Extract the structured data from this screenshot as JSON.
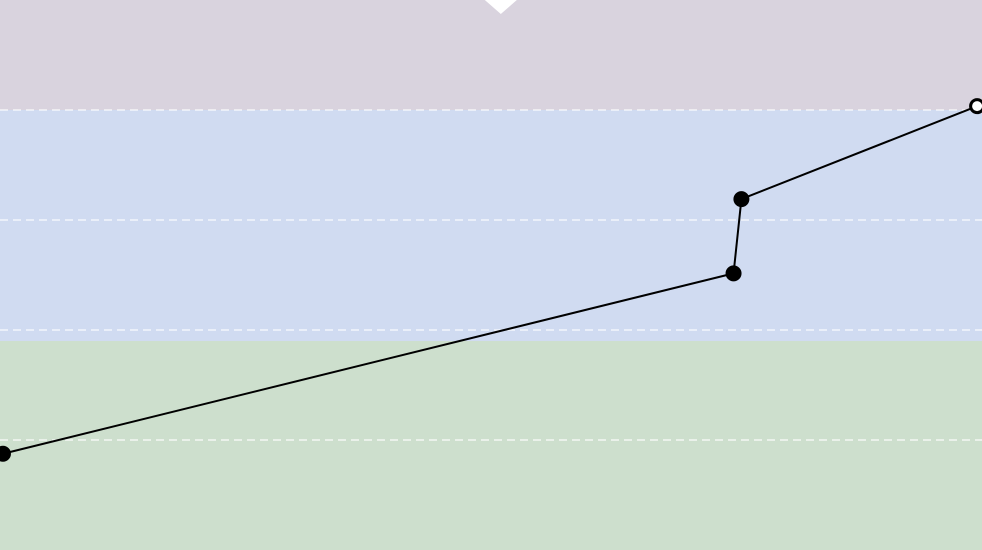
{
  "chart_data": {
    "type": "line",
    "title": "",
    "xlabel": "",
    "ylabel": "",
    "xlim": [
      0,
      100
    ],
    "ylim": [
      0,
      100
    ],
    "grid": true,
    "gridlines_y": [
      20,
      40,
      60,
      80
    ],
    "bands": [
      {
        "from": 0,
        "to": 38,
        "color": "#cddfcd"
      },
      {
        "from": 38,
        "to": 80,
        "color": "#d0dbf1"
      },
      {
        "from": 80,
        "to": 100,
        "color": "#d9d3de"
      }
    ],
    "series": [
      {
        "color": "#000000",
        "points": [
          {
            "x": 0.3,
            "y": 17.5,
            "marker": "filled"
          },
          {
            "x": 74.7,
            "y": 50.3,
            "marker": "filled"
          },
          {
            "x": 75.5,
            "y": 63.8,
            "marker": "filled"
          },
          {
            "x": 99.5,
            "y": 80.7,
            "marker": "open"
          }
        ]
      }
    ],
    "marker_top": {
      "x": 51,
      "shape": "down-triangle",
      "color": "#ffffff"
    }
  }
}
